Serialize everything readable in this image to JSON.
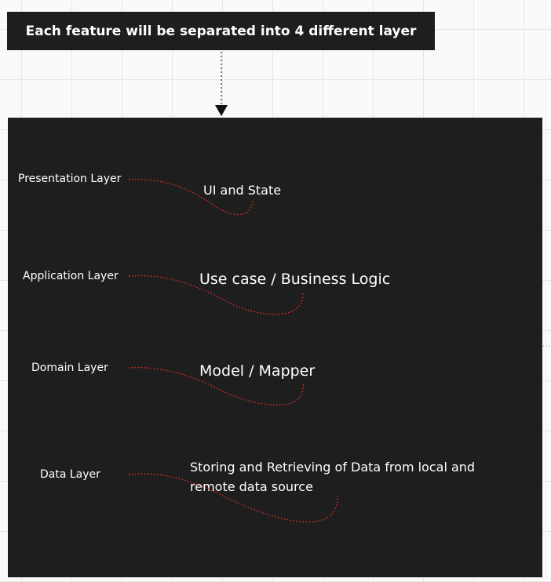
{
  "header": {
    "title": "Each feature will be separated into 4 different layer"
  },
  "layers": [
    {
      "name": "Presentation Layer",
      "description": "UI and State"
    },
    {
      "name": "Application Layer",
      "description": "Use case / Business Logic"
    },
    {
      "name": "Domain Layer",
      "description": "Model / Mapper"
    },
    {
      "name": "Data Layer",
      "description_line1": "Storing and Retrieving of Data from local and",
      "description_line2": "remote data source"
    }
  ],
  "colors": {
    "panel": "#1e1e1e",
    "connector_red": "#e0302c",
    "connector_white": "#d8d8d8",
    "canvas": "#fafafa",
    "grid": "#e6e6e6"
  }
}
